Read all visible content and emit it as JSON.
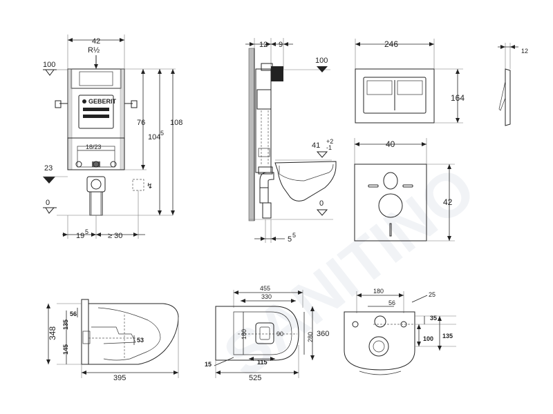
{
  "watermark": "SANITINO",
  "frame": {
    "width": "42",
    "thread": "R½",
    "height_76": "76",
    "height_104": "104",
    "height_104_sup": "5",
    "height_108": "108",
    "level_100": "100",
    "level_23": "23",
    "level_0": "0",
    "range": "18/23",
    "offset_19": "19",
    "offset_19_sup": "5",
    "min_30": "≥ 30"
  },
  "side": {
    "depth_12": "12",
    "depth_9": "9",
    "level_100": "100",
    "level_41": "41",
    "tol_plus": "+2",
    "tol_minus": "-1",
    "level_0": "0",
    "wall_5": "5",
    "wall_5_sup": "5"
  },
  "plate": {
    "width": "246",
    "height": "164",
    "thickness": "12"
  },
  "mat": {
    "width": "40",
    "height": "42"
  },
  "bowl_side": {
    "total_h": "348",
    "d_135": "135",
    "d_56": "56",
    "d_145": "145",
    "d_53": "53",
    "length": "395"
  },
  "bowl_top": {
    "w455": "455",
    "w330": "330",
    "d180": "180",
    "d90": "90",
    "d280": "280",
    "d360": "360",
    "d15": "15",
    "d115": "115",
    "length": "525"
  },
  "bowl_back": {
    "d180": "180",
    "d56": "56",
    "d25": "25",
    "d35": "35",
    "d100": "100",
    "d135": "135"
  }
}
